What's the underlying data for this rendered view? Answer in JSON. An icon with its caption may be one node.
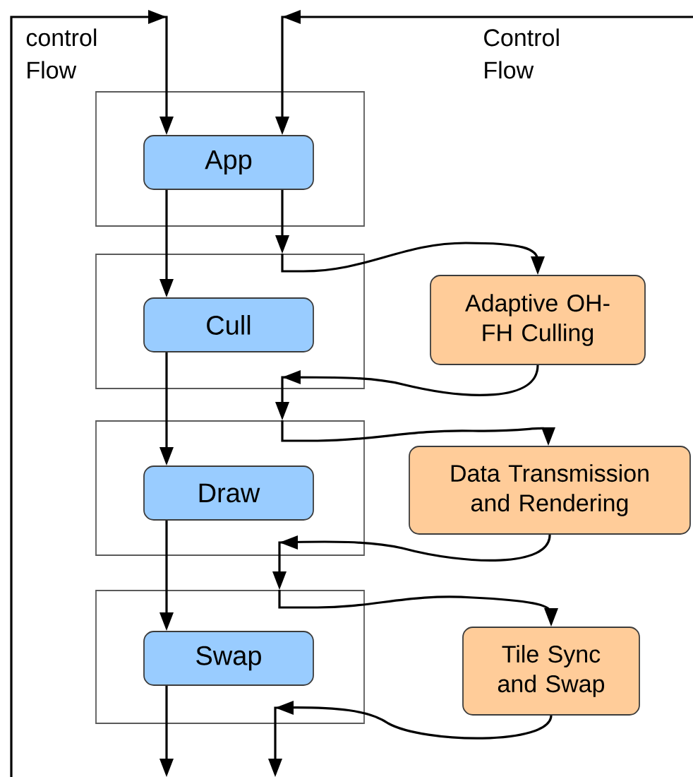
{
  "diagram": {
    "nodes": [
      {
        "text": [],
        "shape": "box"
      },
      {
        "text": [
          "App"
        ],
        "in": 0
      },
      {
        "text": [],
        "shape": "box"
      },
      {
        "text": [
          "Cull"
        ],
        "in": 2
      },
      {
        "text": [],
        "shape": "box"
      },
      {
        "text": [
          "Draw"
        ],
        "in": 4
      },
      {
        "text": [],
        "shape": "box"
      },
      {
        "text": [
          "Swap"
        ],
        "in": 6
      },
      {
        "text": [
          "Adaptive OH-FH Culling"
        ]
      },
      {
        "text": [
          "Data Transmission and Rendering"
        ]
      },
      {
        "text": [
          "Tile Sync and Swap"
        ]
      }
    ],
    "edges": [
      {
        "from": null,
        "to": 1,
        "arrow": "to"
      },
      {
        "from": 1,
        "to": 3,
        "arrow": "to"
      },
      {
        "from": 3,
        "to": 5,
        "arrow": "to"
      },
      {
        "from": 5,
        "to": 7,
        "arrow": "to"
      },
      {
        "from": 7,
        "to": null,
        "arrow": "to"
      },
      {
        "from": null,
        "to": 1,
        "arrow": "to"
      },
      {
        "from": 1,
        "to": 2,
        "arrow": "to"
      },
      {
        "from": 2,
        "to": 8,
        "arrow": "to"
      },
      {
        "from": 8,
        "to": 4,
        "arrow": "to"
      },
      {
        "from": 4,
        "to": 9,
        "arrow": "to"
      },
      {
        "from": 9,
        "to": 6,
        "arrow": "to"
      },
      {
        "from": 6,
        "to": 10,
        "arrow": "to"
      },
      {
        "from": 10,
        "to": null,
        "arrow": "to"
      }
    ],
    "labels": [
      "control Flow",
      "Control Flow"
    ]
  }
}
